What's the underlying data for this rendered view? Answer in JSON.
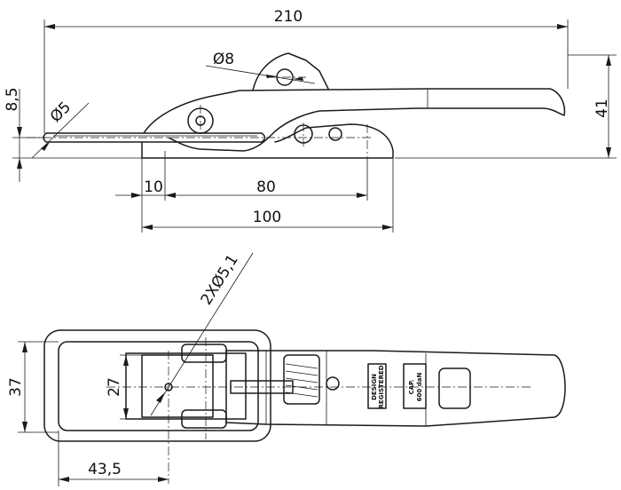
{
  "dimensions": {
    "total_length": "210",
    "height": "41",
    "offset": "8,5",
    "hole_small": "Ø5",
    "hole_pivot": "Ø8",
    "dim_10": "10",
    "dim_80": "80",
    "dim_100": "100",
    "width": "37",
    "inner_width": "27",
    "plate_length": "43,5",
    "mount_holes": "2XØ5,1"
  },
  "stamps": {
    "design_line1": "DESIGN",
    "design_line2": "REGISTERED",
    "cap_line1": "CAP.",
    "cap_line2": "600 daN"
  }
}
